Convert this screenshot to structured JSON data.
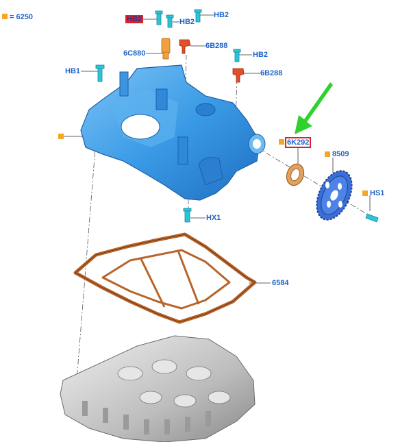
{
  "legend": {
    "text": "= 6250",
    "color": "#f5a623"
  },
  "labels": {
    "hb2_top_right": "HB2",
    "hb2_mid": "HB2",
    "hb2_right": "HB2",
    "c6c880": "6C880",
    "b6b288_a": "6B288",
    "b6b288_b": "6B288",
    "hb1": "HB1",
    "hx1": "HX1",
    "k6k292": "6K292",
    "p8509": "8509",
    "hs1": "HS1",
    "p6584": "6584",
    "top_redacted": "HB2"
  },
  "colors": {
    "label_blue": "#1e64c8",
    "highlight_red": "#e0202a",
    "arrow_green": "#2fd12f",
    "cover_blue": "#4aa3e8",
    "gasket_brown": "#b8642a",
    "gear_blue": "#3a6fd8",
    "bolt_cyan": "#2ec4d8",
    "head_gray": "#c8c8c8"
  }
}
